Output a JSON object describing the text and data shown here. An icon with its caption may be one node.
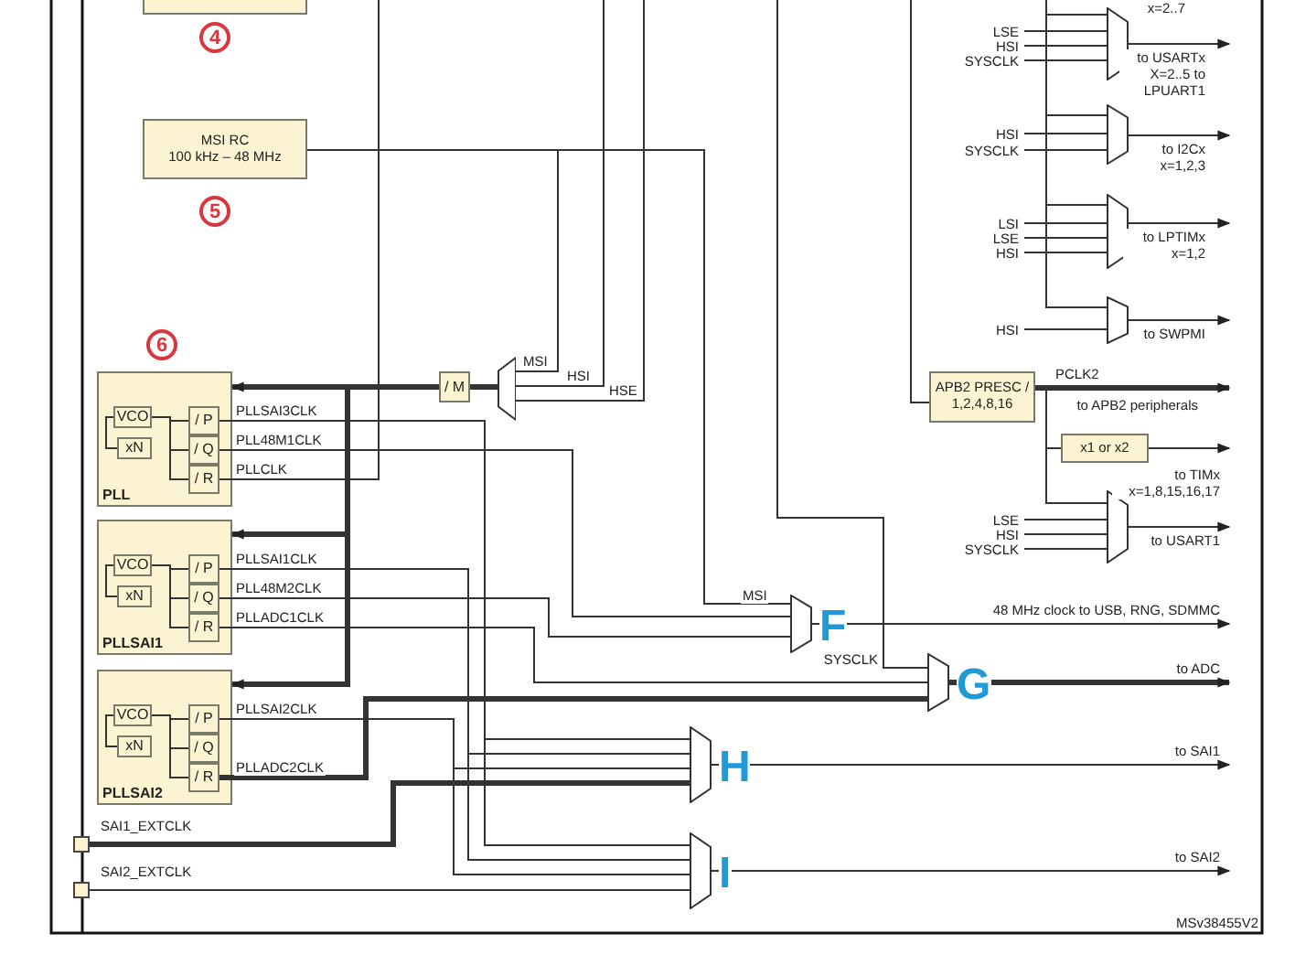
{
  "diagram": {
    "nodes": [
      {
        "text": [],
        "shape": "box"
      },
      {
        "text": [
          "MSI RC",
          "100 kHz – 48 MHz"
        ]
      },
      {
        "text": [
          "/ M"
        ]
      },
      {
        "text": [],
        "shape": "trapezoid"
      },
      {
        "text": [
          "PLL"
        ]
      },
      {
        "text": [
          "VCO"
        ],
        "in": 4
      },
      {
        "text": [
          "xN"
        ],
        "in": 4
      },
      {
        "text": [
          "/ P"
        ],
        "in": 4
      },
      {
        "text": [
          "/ Q"
        ],
        "in": 4
      },
      {
        "text": [
          "/ R"
        ],
        "in": 4
      },
      {
        "text": [
          "PLLSAI1"
        ]
      },
      {
        "text": [
          "VCO"
        ],
        "in": 10
      },
      {
        "text": [
          "xN"
        ],
        "in": 10
      },
      {
        "text": [
          "/ P"
        ],
        "in": 10
      },
      {
        "text": [
          "/ Q"
        ],
        "in": 10
      },
      {
        "text": [
          "/ R"
        ],
        "in": 10
      },
      {
        "text": [
          "PLLSAI2"
        ]
      },
      {
        "text": [
          "VCO"
        ],
        "in": 16
      },
      {
        "text": [
          "xN"
        ],
        "in": 16
      },
      {
        "text": [
          "/ P"
        ],
        "in": 16
      },
      {
        "text": [
          "/ Q"
        ],
        "in": 16
      },
      {
        "text": [
          "/ R"
        ],
        "in": 16
      },
      {
        "text": [],
        "shape": "box",
        "beside": [
          "SAI1_EXTCLK"
        ]
      },
      {
        "text": [],
        "shape": "box",
        "beside": [
          "SAI2_EXTCLK"
        ]
      },
      {
        "text": [],
        "shape": "trapezoid",
        "beside": [
          "F"
        ]
      },
      {
        "text": [],
        "shape": "trapezoid",
        "beside": [
          "G"
        ]
      },
      {
        "text": [],
        "shape": "trapezoid",
        "beside": [
          "H"
        ]
      },
      {
        "text": [],
        "shape": "trapezoid",
        "beside": [
          "I"
        ]
      },
      {
        "text": [],
        "shape": "trapezoid"
      },
      {
        "text": [],
        "shape": "trapezoid"
      },
      {
        "text": [],
        "shape": "trapezoid"
      },
      {
        "text": [],
        "shape": "trapezoid"
      },
      {
        "text": [
          "APB2 PRESC / 1,2,4,8,16"
        ]
      },
      {
        "text": [
          "x1 or x2"
        ]
      },
      {
        "text": [],
        "shape": "trapezoid"
      }
    ],
    "edges": [
      {
        "from": 1,
        "to": 3,
        "arrow": "none",
        "label": "MSI"
      },
      {
        "from": null,
        "to": 3,
        "arrow": "none",
        "label": "HSI"
      },
      {
        "from": null,
        "to": 3,
        "arrow": "none",
        "label": "HSE"
      },
      {
        "from": 3,
        "to": 2,
        "arrow": "none",
        "style": "thick"
      },
      {
        "from": 2,
        "to": 4,
        "arrow": "to",
        "style": "thick"
      },
      {
        "from": 2,
        "to": 10,
        "arrow": "to",
        "style": "thick"
      },
      {
        "from": 2,
        "to": 16,
        "arrow": "to",
        "style": "thick"
      },
      {
        "from": 6,
        "to": 5,
        "arrow": "none"
      },
      {
        "from": 5,
        "to": 7,
        "arrow": "none"
      },
      {
        "from": 5,
        "to": 8,
        "arrow": "none"
      },
      {
        "from": 5,
        "to": 9,
        "arrow": "none"
      },
      {
        "from": 12,
        "to": 11,
        "arrow": "none"
      },
      {
        "from": 11,
        "to": 13,
        "arrow": "none"
      },
      {
        "from": 11,
        "to": 14,
        "arrow": "none"
      },
      {
        "from": 11,
        "to": 15,
        "arrow": "none"
      },
      {
        "from": 18,
        "to": 17,
        "arrow": "none"
      },
      {
        "from": 17,
        "to": 19,
        "arrow": "none"
      },
      {
        "from": 17,
        "to": 20,
        "arrow": "none"
      },
      {
        "from": 17,
        "to": 21,
        "arrow": "none"
      },
      {
        "from": 7,
        "to": 26,
        "arrow": "none",
        "label": "PLLSAI3CLK"
      },
      {
        "from": 7,
        "to": 27,
        "arrow": "none"
      },
      {
        "from": 8,
        "to": 24,
        "arrow": "none",
        "label": "PLL48M1CLK"
      },
      {
        "from": 9,
        "to": null,
        "arrow": "none",
        "label": "PLLCLK"
      },
      {
        "from": 13,
        "to": 26,
        "arrow": "none",
        "label": "PLLSAI1CLK"
      },
      {
        "from": 13,
        "to": 27,
        "arrow": "none"
      },
      {
        "from": 14,
        "to": 24,
        "arrow": "none",
        "label": "PLL48M2CLK"
      },
      {
        "from": 15,
        "to": 25,
        "arrow": "none",
        "label": "PLLADC1CLK"
      },
      {
        "from": 19,
        "to": 26,
        "arrow": "none",
        "label": "PLLSAI2CLK"
      },
      {
        "from": 19,
        "to": 27,
        "arrow": "none"
      },
      {
        "from": 21,
        "to": 25,
        "arrow": "none",
        "label": "PLLADC2CLK",
        "style": "thick"
      },
      {
        "from": 22,
        "to": 26,
        "arrow": "none",
        "style": "thick"
      },
      {
        "from": 23,
        "to": 27,
        "arrow": "none"
      },
      {
        "from": null,
        "to": 25,
        "arrow": "none",
        "label": "SYSCLK"
      },
      {
        "from": 1,
        "to": 24,
        "arrow": "none",
        "label": "MSI"
      },
      {
        "from": 24,
        "to": null,
        "arrow": "to",
        "label": "48 MHz clock to USB, RNG, SDMMC"
      },
      {
        "from": 25,
        "to": null,
        "arrow": "to",
        "label": "to ADC",
        "style": "thick"
      },
      {
        "from": 26,
        "to": null,
        "arrow": "to",
        "label": "to SAI1"
      },
      {
        "from": 27,
        "to": null,
        "arrow": "to",
        "label": "to SAI2"
      },
      {
        "from": null,
        "to": 28,
        "arrow": "none"
      },
      {
        "from": null,
        "to": 28,
        "arrow": "none",
        "label": "LSE"
      },
      {
        "from": null,
        "to": 28,
        "arrow": "none",
        "label": "HSI"
      },
      {
        "from": null,
        "to": 28,
        "arrow": "none",
        "label": "SYSCLK"
      },
      {
        "from": 28,
        "to": null,
        "arrow": "to",
        "label": "to USARTx X=2..5 to LPUART1"
      },
      {
        "from": null,
        "to": 29,
        "arrow": "none"
      },
      {
        "from": null,
        "to": 29,
        "arrow": "none",
        "label": "HSI"
      },
      {
        "from": null,
        "to": 29,
        "arrow": "none",
        "label": "SYSCLK"
      },
      {
        "from": 29,
        "to": null,
        "arrow": "to",
        "label": "to I2Cx x=1,2,3"
      },
      {
        "from": null,
        "to": 30,
        "arrow": "none"
      },
      {
        "from": null,
        "to": 30,
        "arrow": "none",
        "label": "LSI"
      },
      {
        "from": null,
        "to": 30,
        "arrow": "none",
        "label": "LSE"
      },
      {
        "from": null,
        "to": 30,
        "arrow": "none",
        "label": "HSI"
      },
      {
        "from": 30,
        "to": null,
        "arrow": "to",
        "label": "to LPTIMx x=1,2"
      },
      {
        "from": null,
        "to": 31,
        "arrow": "none"
      },
      {
        "from": null,
        "to": 31,
        "arrow": "none",
        "label": "HSI"
      },
      {
        "from": 31,
        "to": null,
        "arrow": "to",
        "label": "to SWPMI"
      },
      {
        "from": null,
        "to": 32,
        "arrow": "none"
      },
      {
        "from": 32,
        "to": null,
        "arrow": "to",
        "label": "PCLK2",
        "style": "thick"
      },
      {
        "from": 32,
        "to": 33,
        "arrow": "none"
      },
      {
        "from": 33,
        "to": null,
        "arrow": "to",
        "label": "to TIMx x=1,8,15,16,17"
      },
      {
        "from": 32,
        "to": 34,
        "arrow": "none"
      },
      {
        "from": null,
        "to": 34,
        "arrow": "none",
        "label": "LSE"
      },
      {
        "from": null,
        "to": 34,
        "arrow": "none",
        "label": "HSI"
      },
      {
        "from": null,
        "to": 34,
        "arrow": "none",
        "label": "SYSCLK"
      },
      {
        "from": 34,
        "to": null,
        "arrow": "to",
        "label": "to USART1"
      }
    ],
    "labels": [
      "4",
      "5",
      "6",
      "x=2..7",
      "to APB2 peripherals",
      "MSv38455V2"
    ]
  }
}
